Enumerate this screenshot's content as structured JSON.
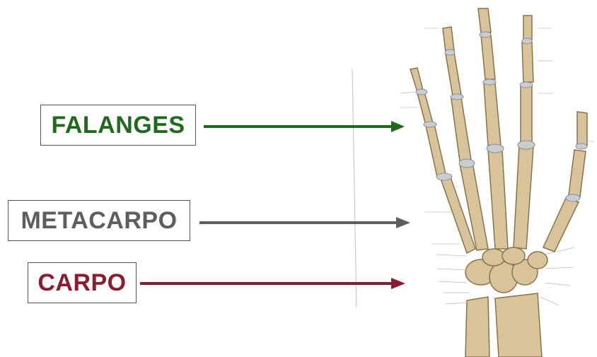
{
  "labels": [
    {
      "id": "falanges",
      "text": "FALANGES",
      "color": "#1e6b1e"
    },
    {
      "id": "metacarpo",
      "text": "METACARPO",
      "color": "#5e5e5e"
    },
    {
      "id": "carpo",
      "text": "CARPO",
      "color": "#8e1a2e"
    }
  ],
  "colors": {
    "bone": "#d9c39a",
    "bone_shade": "#a88d5e",
    "joint": "#c8cdd2",
    "guide_line": "#c8c8c8"
  },
  "illustration": {
    "subject": "hand-skeleton-icon"
  }
}
